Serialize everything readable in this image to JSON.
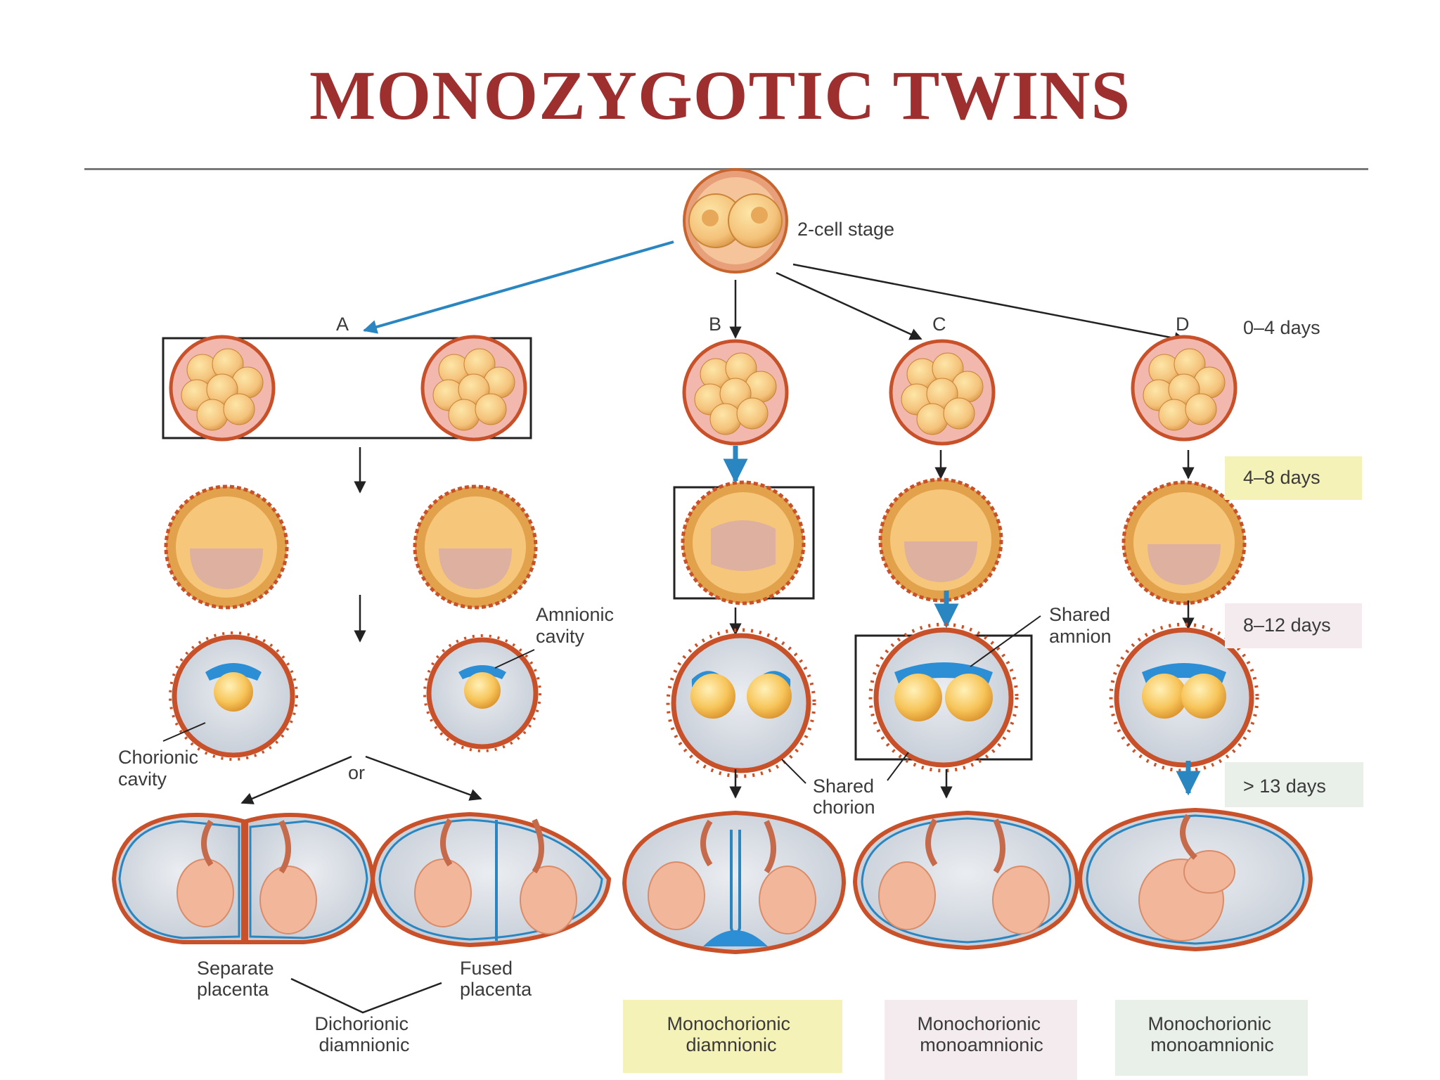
{
  "title": "MONOZYGOTIC TWINS",
  "labels": {
    "two_cell": "2-cell stage",
    "path_a": "A",
    "path_b": "B",
    "path_c": "C",
    "path_d": "D",
    "or": "or",
    "amnionic_cavity": [
      "Amnionic",
      "cavity"
    ],
    "chorionic_cavity": [
      "Chorionic",
      "cavity"
    ],
    "shared_amnion": [
      "Shared",
      "amnion"
    ],
    "shared_chorion": [
      "Shared",
      "chorion"
    ],
    "separate_placenta": [
      "Separate",
      "placenta"
    ],
    "fused_placenta": [
      "Fused",
      "placenta"
    ],
    "dichorionic": [
      "Dichorionic",
      "diamnionic"
    ]
  },
  "timeline": [
    {
      "label": "0–4 days",
      "color": ""
    },
    {
      "label": "4–8 days",
      "color": "#f5f2b8"
    },
    {
      "label": "8–12 days",
      "color": "#f3ebee"
    },
    {
      "label": "> 13 days",
      "color": "#e9efe9"
    }
  ],
  "outcomes": [
    {
      "line1": "Monochorionic",
      "line2": "diamnionic",
      "color": "#f5f2b8"
    },
    {
      "line1": "Monochorionic",
      "line2": "monoamnionic",
      "color": "#f3ebee"
    },
    {
      "line1": "Monochorionic",
      "line2": "monoamnionic",
      "color": "#e9efe9"
    }
  ],
  "colors": {
    "title": "#9e2f2f",
    "arrow_blue": "#2a86c0",
    "amnion_blue": "#2c8fd6",
    "membrane": "#c8512a",
    "cell_fill": "#f4c27a",
    "zona": "#f2b8ae"
  }
}
